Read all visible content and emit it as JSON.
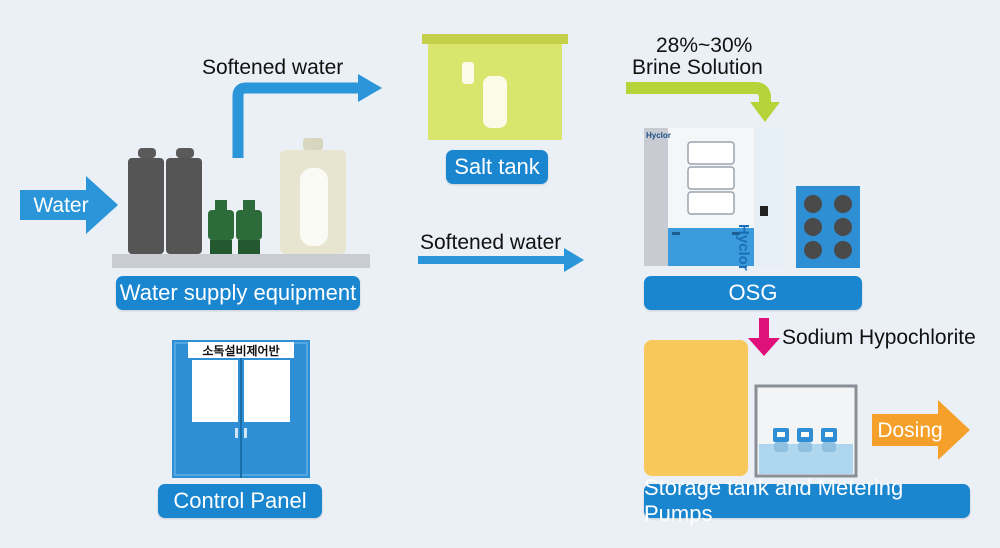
{
  "labels": {
    "water": "Water",
    "softened_water_top": "Softened water",
    "softened_water_mid": "Softened water",
    "brine_percent": "28%~30%",
    "brine_solution": "Brine Solution",
    "salt_tank": "Salt tank",
    "water_supply": "Water supply equipment",
    "osg": "OSG",
    "sodium_hypochlorite": "Sodium Hypochlorite",
    "control_panel": "Control Panel",
    "control_panel_sign": "소독설비제어반",
    "storage_pumps": "Storage tank and Metering Pumps",
    "dosing": "Dosing",
    "osg_brand": "Hyclor",
    "osg_brand_small": "Hyclor"
  },
  "colors": {
    "background": "#eaf0f6",
    "label_blue": "#1a86d0",
    "arrow_blue": "#2a95d8",
    "arrow_green": "#b6d43a",
    "arrow_pink": "#e0107a",
    "arrow_orange": "#f5a02a",
    "tank_yellow": "#d9e56c",
    "storage_yellow": "#f8c95a",
    "filter_gray": "#5a5a5a",
    "pump_green": "#2e6b3a"
  }
}
